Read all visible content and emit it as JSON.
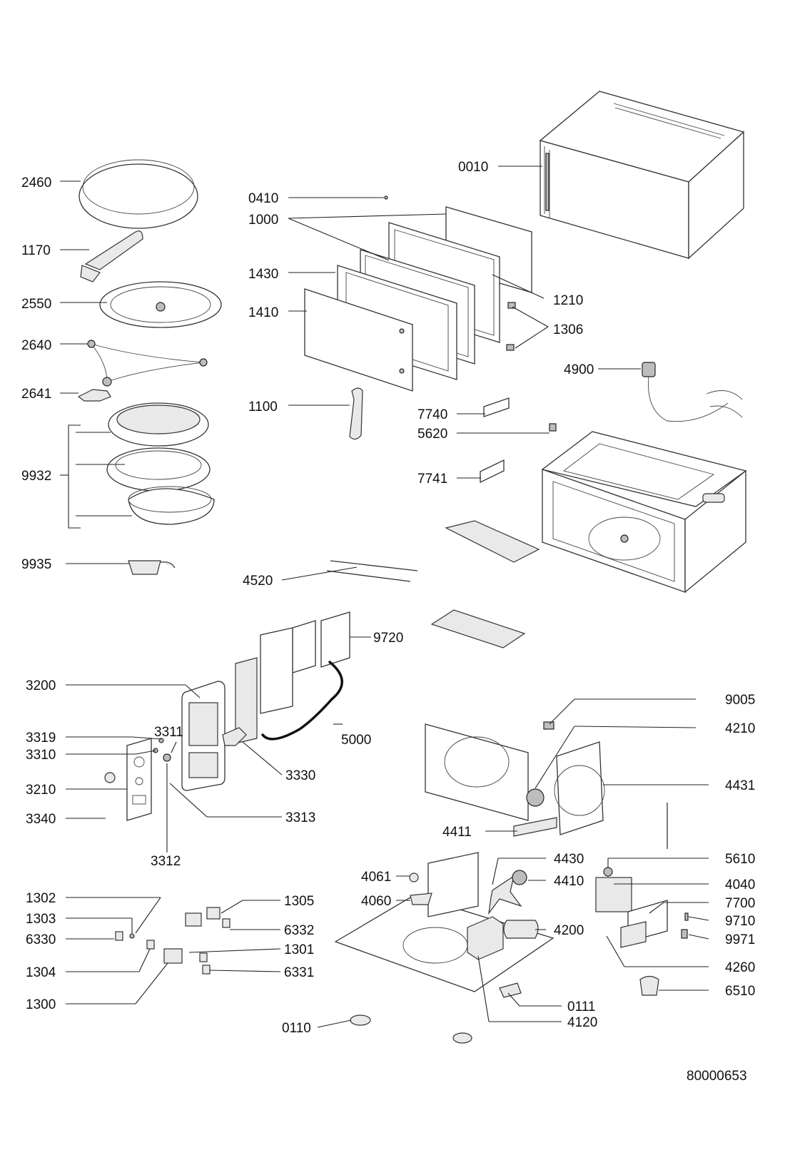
{
  "diagram": {
    "document_number": "80000653",
    "part_labels": {
      "p0010": "0010",
      "p0410": "0410",
      "p1000": "1000",
      "p1430": "1430",
      "p1410": "1410",
      "p1210": "1210",
      "p1306": "1306",
      "p4900": "4900",
      "p1100": "1100",
      "p7740": "7740",
      "p5620": "5620",
      "p7741": "7741",
      "p2460": "2460",
      "p1170": "1170",
      "p2550": "2550",
      "p2640": "2640",
      "p2641": "2641",
      "p9932": "9932",
      "p9935": "9935",
      "p4520": "4520",
      "p9720": "9720",
      "p3200": "3200",
      "p3311": "3311",
      "p3319": "3319",
      "p3310": "3310",
      "p3210": "3210",
      "p3340": "3340",
      "p3312": "3312",
      "p3330": "3330",
      "p3313": "3313",
      "p5000": "5000",
      "p9005": "9005",
      "p4210": "4210",
      "p4431": "4431",
      "p4411": "4411",
      "p4430": "4430",
      "p4410": "4410",
      "p4061": "4061",
      "p4060": "4060",
      "p4200": "4200",
      "p5610": "5610",
      "p4040": "4040",
      "p7700": "7700",
      "p9710": "9710",
      "p9971": "9971",
      "p4260": "4260",
      "p6510": "6510",
      "p0111": "0111",
      "p4120": "4120",
      "p0110": "0110",
      "p1302": "1302",
      "p1303": "1303",
      "p6330": "6330",
      "p1304": "1304",
      "p1300": "1300",
      "p1305": "1305",
      "p6332": "6332",
      "p1301": "1301",
      "p6331": "6331"
    }
  }
}
